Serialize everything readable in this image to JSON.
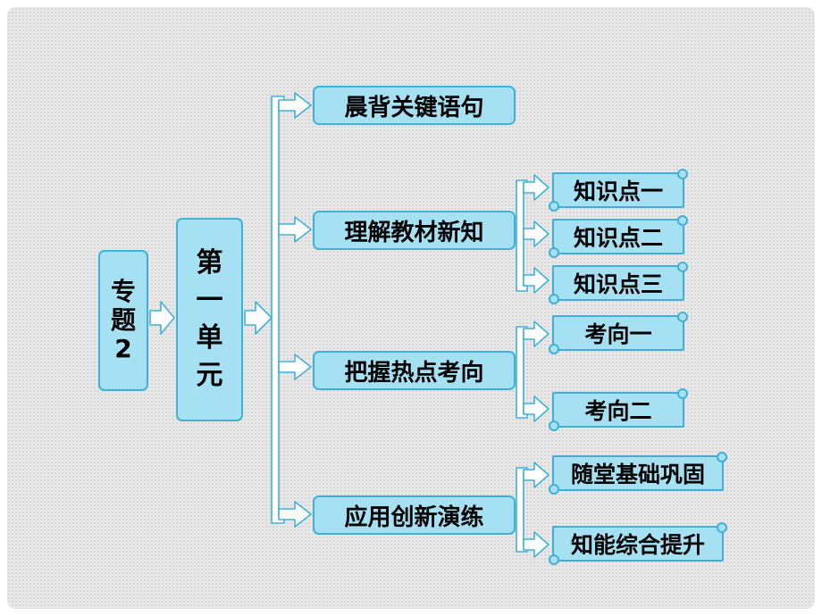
{
  "topic": {
    "chars": [
      "专",
      "题",
      "2"
    ]
  },
  "unit": {
    "chars": [
      "第",
      "一",
      "单",
      "元"
    ]
  },
  "sections": [
    {
      "label": "晨背关键语句",
      "children": []
    },
    {
      "label": "理解教材新知",
      "children": [
        "知识点一",
        "知识点二",
        "知识点三"
      ]
    },
    {
      "label": "把握热点考向",
      "children": [
        "考向一",
        "考向二"
      ]
    },
    {
      "label": "应用创新演练",
      "children": [
        "随堂基础巩固",
        "知能综合提升"
      ]
    }
  ],
  "colors": {
    "fill": "#a6e1f3",
    "border": "#3fb1d9",
    "arrow": "#3fb1d9"
  }
}
